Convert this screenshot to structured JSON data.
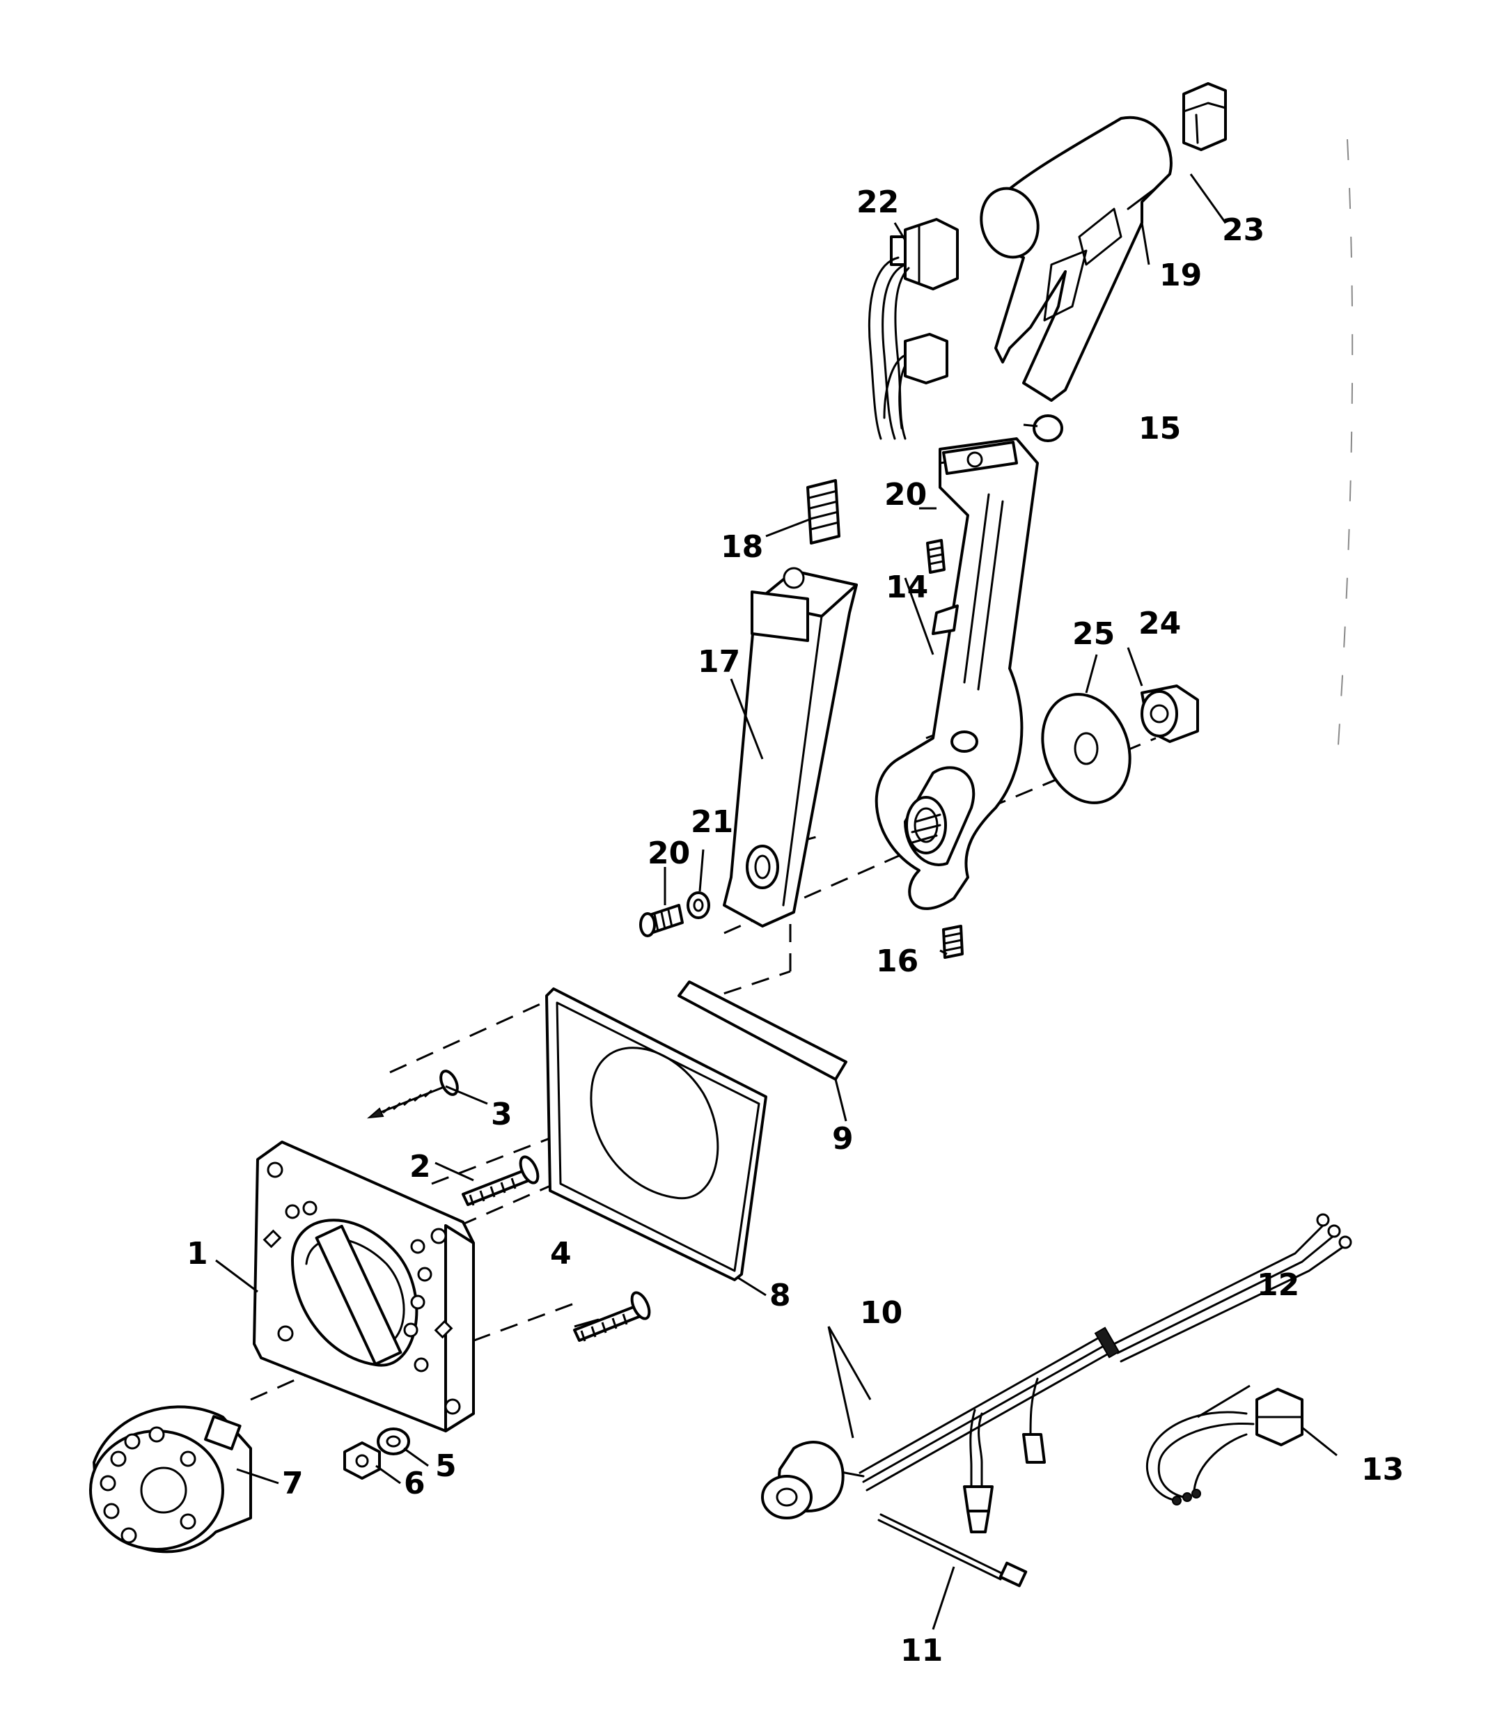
{
  "diagram": {
    "callouts": [
      "1",
      "2",
      "3",
      "4",
      "5",
      "6",
      "7",
      "8",
      "9",
      "10",
      "11",
      "12",
      "13",
      "14",
      "15",
      "16",
      "17",
      "18",
      "19",
      "20",
      "20",
      "21",
      "22",
      "23",
      "24",
      "25"
    ]
  }
}
